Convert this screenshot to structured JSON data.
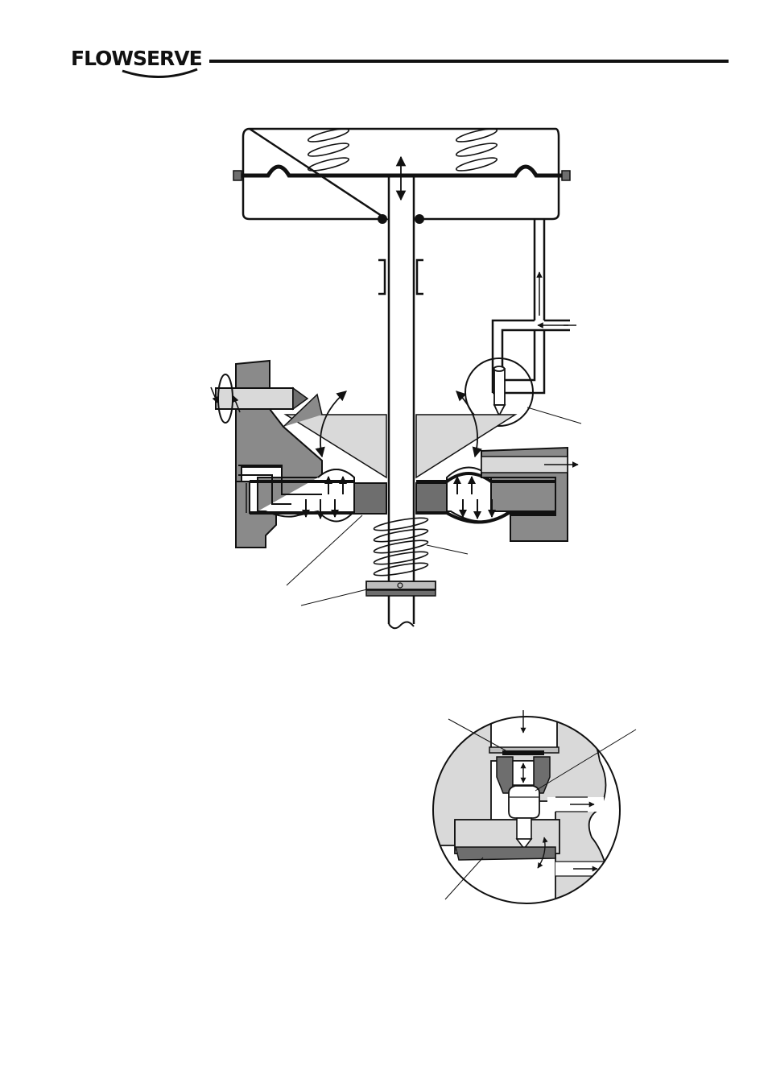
{
  "header": {
    "brand": "FLOWSERVE",
    "logo_icon": "flowserve-swoosh-icon"
  },
  "diagrams": {
    "main": "actuator-positioner-cross-section",
    "detail": "nozzle-flapper-detail-enlargement"
  },
  "colors": {
    "line": "#111111",
    "light_gray": "#d9d9d9",
    "mid_gray": "#bdbdbd",
    "dark_gray": "#8a8a8a",
    "darker_gray": "#6e6e6e"
  }
}
